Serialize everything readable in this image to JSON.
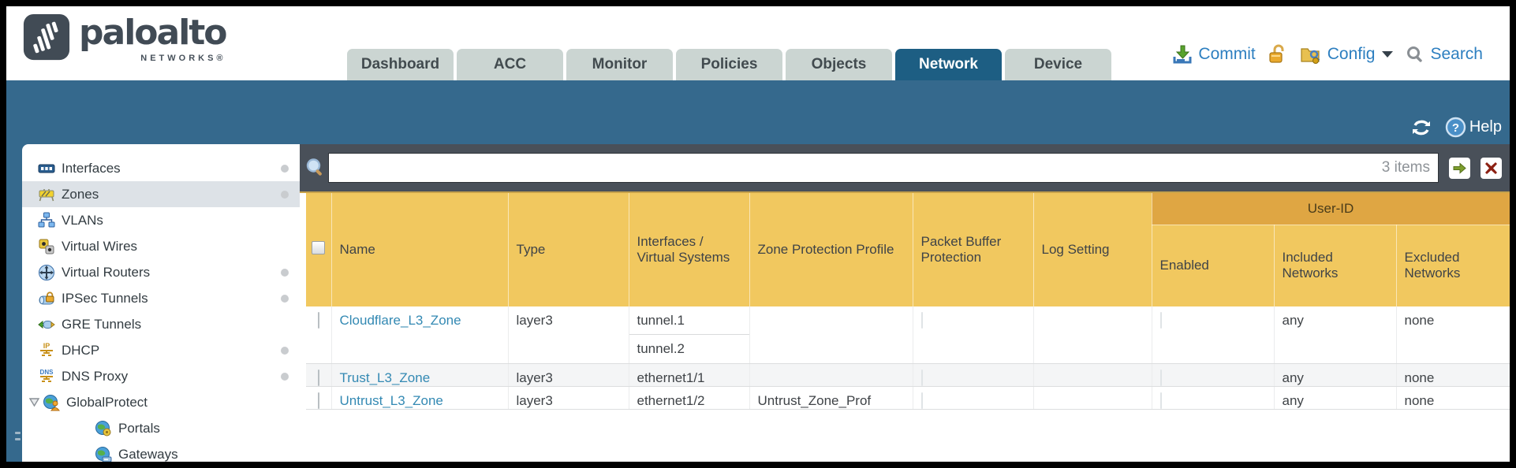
{
  "brand": {
    "word": "paloalto",
    "sub": "NETWORKS®"
  },
  "nav": {
    "tabs": [
      {
        "label": "Dashboard",
        "active": false
      },
      {
        "label": "ACC",
        "active": false
      },
      {
        "label": "Monitor",
        "active": false
      },
      {
        "label": "Policies",
        "active": false
      },
      {
        "label": "Objects",
        "active": false
      },
      {
        "label": "Network",
        "active": true
      },
      {
        "label": "Device",
        "active": false
      }
    ],
    "actions": {
      "commit": "Commit",
      "config": "Config",
      "search": "Search"
    }
  },
  "band": {
    "help": "Help"
  },
  "sidebar": {
    "items": [
      {
        "label": "Interfaces",
        "icon": "interfaces-icon",
        "dot": true
      },
      {
        "label": "Zones",
        "icon": "zones-icon",
        "dot": true,
        "selected": true
      },
      {
        "label": "VLANs",
        "icon": "vlans-icon",
        "dot": false
      },
      {
        "label": "Virtual Wires",
        "icon": "virtual-wires-icon",
        "dot": false
      },
      {
        "label": "Virtual Routers",
        "icon": "virtual-routers-icon",
        "dot": true
      },
      {
        "label": "IPSec Tunnels",
        "icon": "ipsec-tunnels-icon",
        "dot": true
      },
      {
        "label": "GRE Tunnels",
        "icon": "gre-tunnels-icon",
        "dot": false
      },
      {
        "label": "DHCP",
        "icon": "dhcp-icon",
        "dot": true
      },
      {
        "label": "DNS Proxy",
        "icon": "dns-proxy-icon",
        "dot": true
      },
      {
        "label": "GlobalProtect",
        "icon": "globalprotect-icon",
        "dot": false,
        "expanded": true
      },
      {
        "label": "Portals",
        "icon": "portals-icon",
        "dot": false,
        "child": true
      },
      {
        "label": "Gateways",
        "icon": "gateways-icon",
        "dot": false,
        "child": true
      }
    ]
  },
  "filter": {
    "value": "",
    "count": "3 items"
  },
  "table": {
    "group_header": "User-ID",
    "columns": {
      "name": "Name",
      "type": "Type",
      "interfaces": "Interfaces / Virtual Systems",
      "zpp": "Zone Protection Profile",
      "pbp": "Packet Buffer Protection",
      "log": "Log Setting",
      "enabled": "Enabled",
      "included": "Included Networks",
      "excluded": "Excluded Networks"
    },
    "rows": [
      {
        "name": "Cloudflare_L3_Zone",
        "type": "layer3",
        "interfaces": [
          "tunnel.1",
          "tunnel.2"
        ],
        "zone_protection_profile": "",
        "log_setting": "",
        "included_networks": "any",
        "excluded_networks": "none"
      },
      {
        "name": "Trust_L3_Zone",
        "type": "layer3",
        "interfaces": [
          "ethernet1/1"
        ],
        "zone_protection_profile": "",
        "log_setting": "",
        "included_networks": "any",
        "excluded_networks": "none"
      },
      {
        "name": "Untrust_L3_Zone",
        "type": "layer3",
        "interfaces": [
          "ethernet1/2"
        ],
        "zone_protection_profile": "Untrust_Zone_Prof",
        "log_setting": "",
        "included_networks": "any",
        "excluded_networks": "none"
      }
    ]
  },
  "colors": {
    "teal_band": "#35698d",
    "active_tab": "#1d5e83",
    "inactive_tab": "#cbd5d2",
    "header_gold": "#f1c85f",
    "userid_gold": "#dfa643",
    "link_blue": "#3389b3",
    "action_blue": "#2d7fc0",
    "toolbar_dark": "#495059"
  }
}
